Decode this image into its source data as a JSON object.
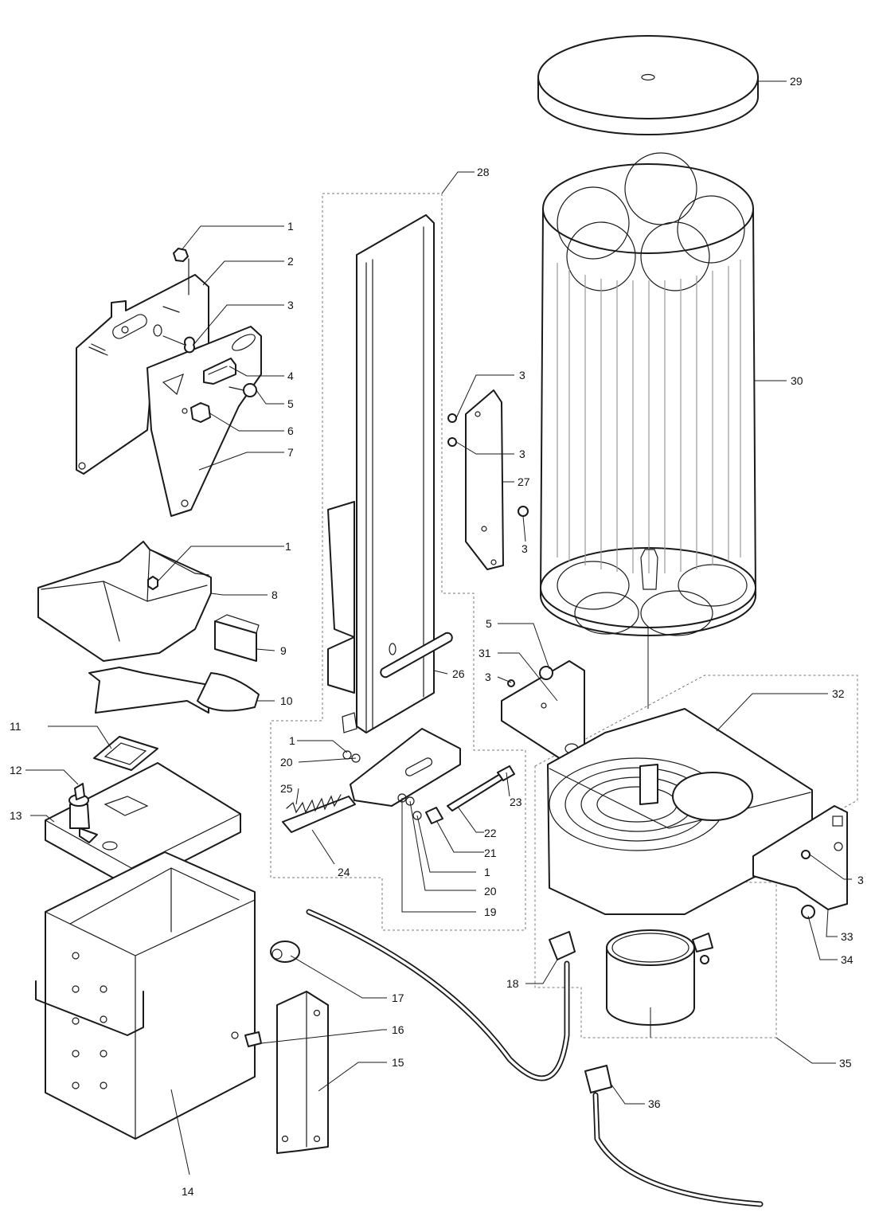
{
  "diagram": {
    "callouts": [
      {
        "id": "c29",
        "text": "29"
      },
      {
        "id": "c28",
        "text": "28"
      },
      {
        "id": "c1a",
        "text": "1"
      },
      {
        "id": "c2",
        "text": "2"
      },
      {
        "id": "c3a",
        "text": "3"
      },
      {
        "id": "c4",
        "text": "4"
      },
      {
        "id": "c5a",
        "text": "5"
      },
      {
        "id": "c6",
        "text": "6"
      },
      {
        "id": "c7",
        "text": "7"
      },
      {
        "id": "c3b",
        "text": "3"
      },
      {
        "id": "c3c",
        "text": "3"
      },
      {
        "id": "c27",
        "text": "27"
      },
      {
        "id": "c3d",
        "text": "3"
      },
      {
        "id": "c30",
        "text": "30"
      },
      {
        "id": "c1b",
        "text": "1"
      },
      {
        "id": "c8",
        "text": "8"
      },
      {
        "id": "c9",
        "text": "9"
      },
      {
        "id": "c10",
        "text": "10"
      },
      {
        "id": "c5b",
        "text": "5"
      },
      {
        "id": "c31",
        "text": "31"
      },
      {
        "id": "c3e",
        "text": "3"
      },
      {
        "id": "c26",
        "text": "26"
      },
      {
        "id": "c32",
        "text": "32"
      },
      {
        "id": "c11",
        "text": "11"
      },
      {
        "id": "c1c",
        "text": "1"
      },
      {
        "id": "c20a",
        "text": "20"
      },
      {
        "id": "c12",
        "text": "12"
      },
      {
        "id": "c25",
        "text": "25"
      },
      {
        "id": "c23",
        "text": "23"
      },
      {
        "id": "c13",
        "text": "13"
      },
      {
        "id": "c22",
        "text": "22"
      },
      {
        "id": "c21",
        "text": "21"
      },
      {
        "id": "c24",
        "text": "24"
      },
      {
        "id": "c1d",
        "text": "1"
      },
      {
        "id": "c3f",
        "text": "3"
      },
      {
        "id": "c20b",
        "text": "20"
      },
      {
        "id": "c19",
        "text": "19"
      },
      {
        "id": "c33",
        "text": "33"
      },
      {
        "id": "c34",
        "text": "34"
      },
      {
        "id": "c18",
        "text": "18"
      },
      {
        "id": "c17",
        "text": "17"
      },
      {
        "id": "c16",
        "text": "16"
      },
      {
        "id": "c15",
        "text": "15"
      },
      {
        "id": "c35",
        "text": "35"
      },
      {
        "id": "c36",
        "text": "36"
      },
      {
        "id": "c14",
        "text": "14"
      }
    ]
  }
}
